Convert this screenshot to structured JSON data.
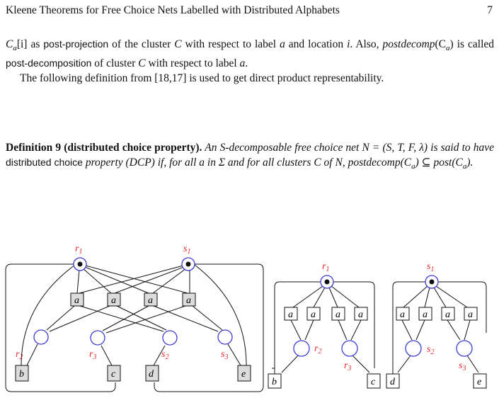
{
  "header": {
    "title": "Kleene Theorems for Free Choice Nets Labelled with Distributed Alphabets",
    "page": "7"
  },
  "paragraph1": {
    "s1": "C",
    "s1_sub": "a",
    "s1_idx": "[i]",
    "s2": " as ",
    "s3": "post-projection",
    "s4": " of the cluster ",
    "s5": "C",
    "s6": " with respect to label ",
    "s7": "a",
    "s8": " and location ",
    "s9": "i",
    "s10": ". Also, ",
    "s11": "postdecomp",
    "s12": "(C",
    "s12_sub": "a",
    "s12_end": ")",
    "s13": " is called ",
    "s14": "post-decomposition",
    "s15": " of cluster ",
    "s16": "C",
    "s17": " with respect to label ",
    "s18": "a",
    "s19": "."
  },
  "paragraph2": "The following definition from [18,17] is used to get direct product representability.",
  "definition": {
    "heading": "Definition 9 (distributed choice property).",
    "t1": " An S-decomposable free choice net N = (S, T, F, λ) is said to have ",
    "t2": "distributed choice",
    "t3": " property (DCP) if, for all a in Σ and for all clusters C of N, postdecomp(C",
    "t3_sub": "a",
    "t4": ") ⊆ post(C",
    "t4_sub": "a",
    "t5": ")."
  },
  "figure": {
    "net1": {
      "places_top": [
        {
          "name": "r",
          "sub": "1"
        },
        {
          "name": "s",
          "sub": "1"
        }
      ],
      "transitions": [
        "a",
        "a",
        "a",
        "a"
      ],
      "places_mid": [
        {
          "name": "r",
          "sub": "2"
        },
        {
          "name": "r",
          "sub": "3"
        },
        {
          "name": "s",
          "sub": "2"
        },
        {
          "name": "s",
          "sub": "3"
        }
      ],
      "bottom_transitions": [
        "b",
        "c",
        "d",
        "e"
      ]
    },
    "net2": {
      "place_top": {
        "name": "r",
        "sub": "1"
      },
      "transitions": [
        "a",
        "a",
        "a",
        "a"
      ],
      "places_mid": [
        {
          "name": "r",
          "sub": "2"
        },
        {
          "name": "r",
          "sub": "3"
        }
      ],
      "bottom_transitions": [
        "b",
        "c"
      ]
    },
    "net3": {
      "place_top": {
        "name": "s",
        "sub": "1"
      },
      "transitions": [
        "a",
        "a",
        "a",
        "a"
      ],
      "places_mid": [
        {
          "name": "s",
          "sub": "2"
        },
        {
          "name": "s",
          "sub": "3"
        }
      ],
      "bottom_transitions": [
        "d",
        "e"
      ]
    },
    "colors": {
      "place_stroke": "#3b3bd6",
      "label_red": "#e52a2a",
      "shaded": "#dcdcdc"
    }
  }
}
